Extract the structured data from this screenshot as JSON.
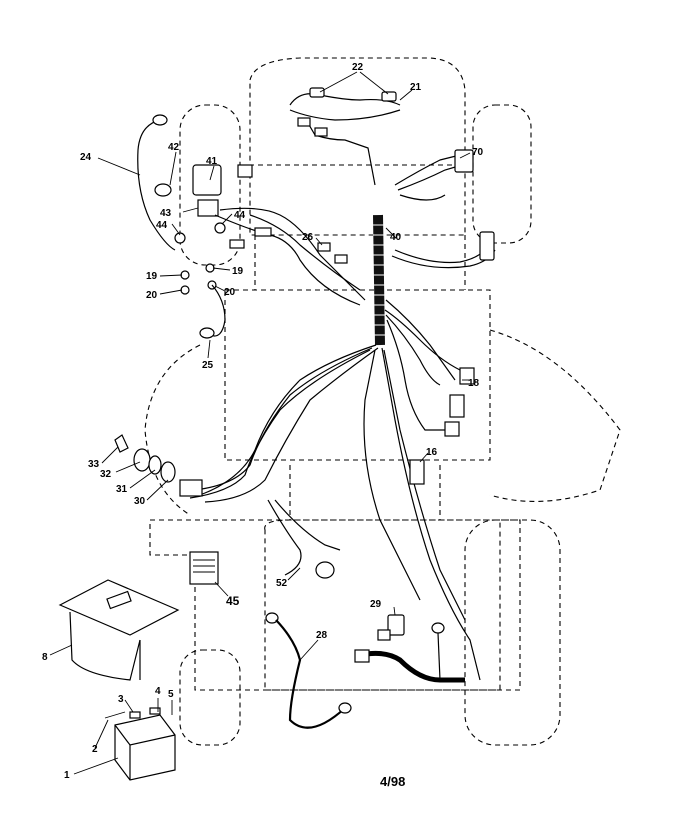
{
  "footer_code": "4/98",
  "callouts": [
    {
      "id": "c22",
      "text": "22"
    },
    {
      "id": "c21",
      "text": "21"
    },
    {
      "id": "c70",
      "text": "70"
    },
    {
      "id": "c24",
      "text": "24"
    },
    {
      "id": "c42",
      "text": "42"
    },
    {
      "id": "c41",
      "text": "41"
    },
    {
      "id": "c43",
      "text": "43"
    },
    {
      "id": "c44a",
      "text": "44"
    },
    {
      "id": "c44b",
      "text": "44"
    },
    {
      "id": "c19a",
      "text": "19"
    },
    {
      "id": "c19b",
      "text": "19"
    },
    {
      "id": "c20a",
      "text": "20"
    },
    {
      "id": "c20b",
      "text": "20"
    },
    {
      "id": "c25",
      "text": "25"
    },
    {
      "id": "c26",
      "text": "26"
    },
    {
      "id": "c40",
      "text": "40"
    },
    {
      "id": "c18",
      "text": "18"
    },
    {
      "id": "c16",
      "text": "16"
    },
    {
      "id": "c33",
      "text": "33"
    },
    {
      "id": "c32",
      "text": "32"
    },
    {
      "id": "c31",
      "text": "31"
    },
    {
      "id": "c30",
      "text": "30"
    },
    {
      "id": "c45",
      "text": "45"
    },
    {
      "id": "c52",
      "text": "52"
    },
    {
      "id": "c29",
      "text": "29"
    },
    {
      "id": "c28",
      "text": "28"
    },
    {
      "id": "c8",
      "text": "8"
    },
    {
      "id": "c3",
      "text": "3"
    },
    {
      "id": "c4",
      "text": "4"
    },
    {
      "id": "c5",
      "text": "5"
    },
    {
      "id": "c2",
      "text": "2"
    },
    {
      "id": "c1",
      "text": "1"
    }
  ]
}
